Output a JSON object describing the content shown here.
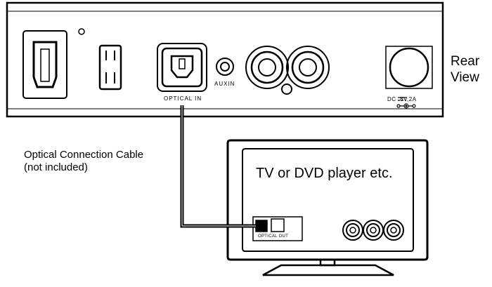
{
  "labels": {
    "rear_view_line1": "Rear",
    "rear_view_line2": "View",
    "optical_in": "OPTICAL IN",
    "aux_in": "AUXIN",
    "dc_rating": "DC  .8V,2A",
    "cable_line1": "Optical Connection Cable",
    "cable_line2": "(not included)",
    "tv_title": "TV or DVD player etc.",
    "optical_out": "OPTICAL OUT"
  },
  "colors": {
    "line": "#000000",
    "background": "#ffffff"
  }
}
